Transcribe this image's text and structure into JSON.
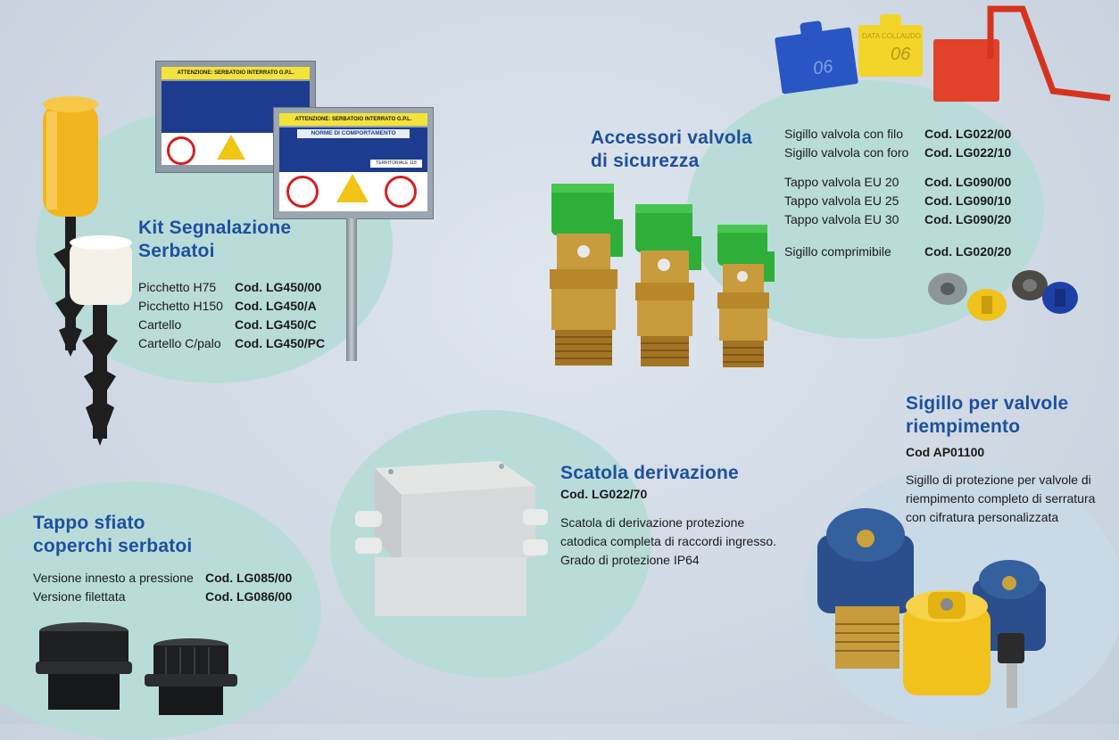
{
  "kit": {
    "title1": "Kit Segnalazione",
    "title2": "Serbatoi",
    "items": [
      {
        "label": "Picchetto H75",
        "code": "Cod. LG450/00"
      },
      {
        "label": "Picchetto H150",
        "code": "Cod. LG450/A"
      },
      {
        "label": "Cartello",
        "code": "Cod. LG450/C"
      },
      {
        "label": "Cartello C/palo",
        "code": "Cod. LG450/PC"
      }
    ],
    "sign": {
      "header": "ATTENZIONE: SERBATOIO INTERRATO G.P.L.",
      "norme": "NORME DI COMPORTAMENTO",
      "territoriale": "TERRITORIALE 118"
    }
  },
  "accessori": {
    "title1": "Accessori valvola",
    "title2": "di sicurezza",
    "group1": [
      {
        "label": "Sigillo valvola con filo",
        "code": "Cod. LG022/00"
      },
      {
        "label": "Sigillo valvola con foro",
        "code": "Cod. LG022/10"
      }
    ],
    "group2": [
      {
        "label": "Tappo valvola EU 20",
        "code": "Cod. LG090/00"
      },
      {
        "label": "Tappo valvola EU 25",
        "code": "Cod. LG090/10"
      },
      {
        "label": "Tappo valvola EU 30",
        "code": "Cod. LG090/20"
      }
    ],
    "group3": [
      {
        "label": "Sigillo comprimibile",
        "code": "Cod. LG020/20"
      }
    ],
    "tag_text": "DATA COLLAUDO",
    "tag_num": "06"
  },
  "sigillo": {
    "title1": "Sigillo per valvole",
    "title2": "riempimento",
    "code": "Cod AP01100",
    "desc": [
      "Sigillo di protezione per valvole di",
      "riempimento completo di serratura",
      "con cifratura personalizzata"
    ]
  },
  "scatola": {
    "title": "Scatola derivazione",
    "code": "Cod. LG022/70",
    "desc": [
      "Scatola di derivazione protezione",
      "catodica completa di raccordi ingresso.",
      "Grado di protezione IP64"
    ]
  },
  "tappo": {
    "title1": "Tappo sfiato",
    "title2": "coperchi serbatoi",
    "items": [
      {
        "label": "Versione innesto a pressione",
        "code": "Cod. LG085/00"
      },
      {
        "label": "Versione filettata",
        "code": "Cod. LG086/00"
      }
    ]
  },
  "colors": {
    "heading": "#1f4f9e",
    "blob": "#b9dcd9",
    "valve_green": "#2fae3a",
    "brass": "#c89b3c"
  }
}
